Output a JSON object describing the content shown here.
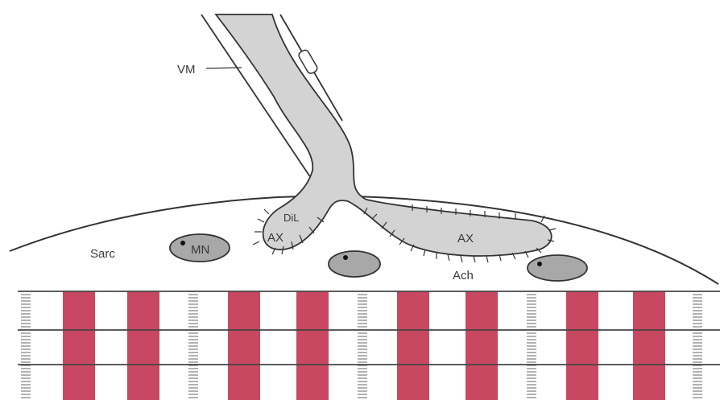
{
  "labels": {
    "vm": "VM",
    "dil": "DiL",
    "ax_left": "AX",
    "ax_right": "AX",
    "mn": "MN",
    "sarc": "Sarc",
    "ach": "Ach"
  },
  "colors": {
    "axon_fill": "#d3d3d3",
    "nucleus_fill": "#a8a8a8",
    "stripe_red": "#c74860",
    "outline": "#333333"
  }
}
